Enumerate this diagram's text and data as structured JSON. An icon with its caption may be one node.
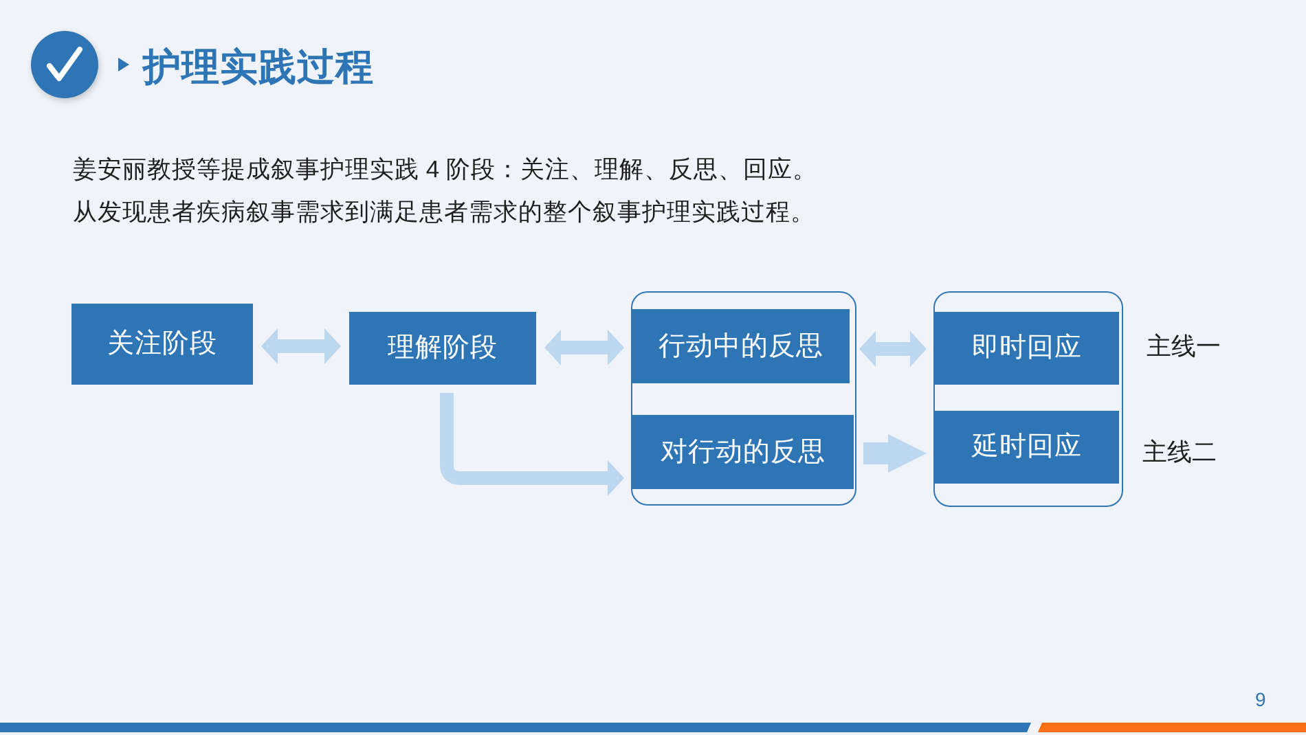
{
  "diagram": {
    "title": "护理实践过程",
    "nodes": [
      {
        "text": [
          "关注阶段"
        ]
      },
      {
        "text": [
          "理解阶段"
        ]
      },
      {
        "text": [],
        "shape": "box"
      },
      {
        "text": [
          "行动中的反思"
        ],
        "in": 2
      },
      {
        "text": [
          "对行动的反思"
        ],
        "in": 2
      },
      {
        "text": [],
        "shape": "box"
      },
      {
        "text": [
          "即时回应"
        ],
        "in": 5,
        "beside": [
          "主线一"
        ]
      },
      {
        "text": [
          "延时回应"
        ],
        "in": 5,
        "beside": [
          "主线二"
        ]
      }
    ],
    "edges": [
      {
        "from": 0,
        "to": 1,
        "arrow": "both"
      },
      {
        "from": 1,
        "to": 3,
        "arrow": "both"
      },
      {
        "from": 1,
        "to": 4,
        "arrow": "to"
      },
      {
        "from": 3,
        "to": 6,
        "arrow": "both"
      },
      {
        "from": 4,
        "to": 7,
        "arrow": "to"
      }
    ],
    "labels": [
      "姜安丽教授等提成叙事护理实践 4 阶段：关注、理解、反思、回应。",
      "从发现患者疾病叙事需求到满足患者需求的整个叙事护理实践过程。",
      "9"
    ]
  }
}
